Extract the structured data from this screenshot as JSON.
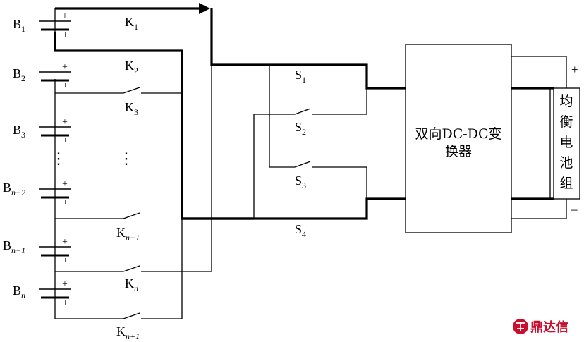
{
  "batteries": [
    {
      "main": "B",
      "sub": "1"
    },
    {
      "main": "B",
      "sub": "2"
    },
    {
      "main": "B",
      "sub": "3"
    },
    {
      "main": "B",
      "sub": "n−2"
    },
    {
      "main": "B",
      "sub": "n−1"
    },
    {
      "main": "B",
      "sub": "n"
    }
  ],
  "switches_k": [
    {
      "main": "K",
      "sub": "1"
    },
    {
      "main": "K",
      "sub": "2"
    },
    {
      "main": "K",
      "sub": "3"
    },
    {
      "main": "K",
      "sub": "n−1"
    },
    {
      "main": "K",
      "sub": "n"
    },
    {
      "main": "K",
      "sub": "n+1"
    }
  ],
  "switches_s": [
    {
      "main": "S",
      "sub": "1"
    },
    {
      "main": "S",
      "sub": "2"
    },
    {
      "main": "S",
      "sub": "3"
    },
    {
      "main": "S",
      "sub": "4"
    }
  ],
  "polarity": {
    "plus": "+",
    "minus": "−",
    "minus_long": "–"
  },
  "ellipsis": "⋮",
  "converter": {
    "line1": "双向DC-DC变",
    "line2": "换器"
  },
  "balancer": [
    "均",
    "衡",
    "电",
    "池",
    "组"
  ],
  "watermark": {
    "text": "鼎达信"
  }
}
